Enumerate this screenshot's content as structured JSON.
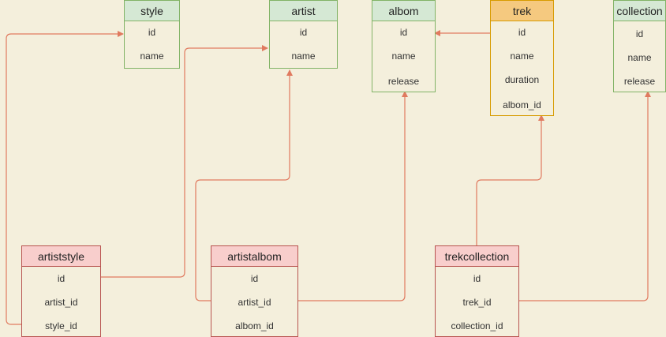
{
  "entities": {
    "style": {
      "title": "style",
      "fields": [
        "id",
        "name"
      ]
    },
    "artist": {
      "title": "artist",
      "fields": [
        "id",
        "name"
      ]
    },
    "albom": {
      "title": "albom",
      "fields": [
        "id",
        "name",
        "release"
      ]
    },
    "trek": {
      "title": "trek",
      "fields": [
        "id",
        "name",
        "duration",
        "albom_id"
      ]
    },
    "collection": {
      "title": "collection",
      "fields": [
        "id",
        "name",
        "release"
      ]
    },
    "artiststyle": {
      "title": "artiststyle",
      "fields": [
        "id",
        "artist_id",
        "style_id"
      ]
    },
    "artistalbom": {
      "title": "artistalbom",
      "fields": [
        "id",
        "artist_id",
        "albom_id"
      ]
    },
    "trekcollection": {
      "title": "trekcollection",
      "fields": [
        "id",
        "trek_id",
        "collection_id"
      ]
    }
  },
  "colors": {
    "background": "#f4efdc",
    "link": "#e07a5f",
    "green_fill": "#d5e8d4",
    "green_stroke": "#82b366",
    "red_fill": "#f8cecc",
    "red_stroke": "#b85450",
    "orange_fill": "#f5c97f",
    "orange_stroke": "#d79b00"
  }
}
